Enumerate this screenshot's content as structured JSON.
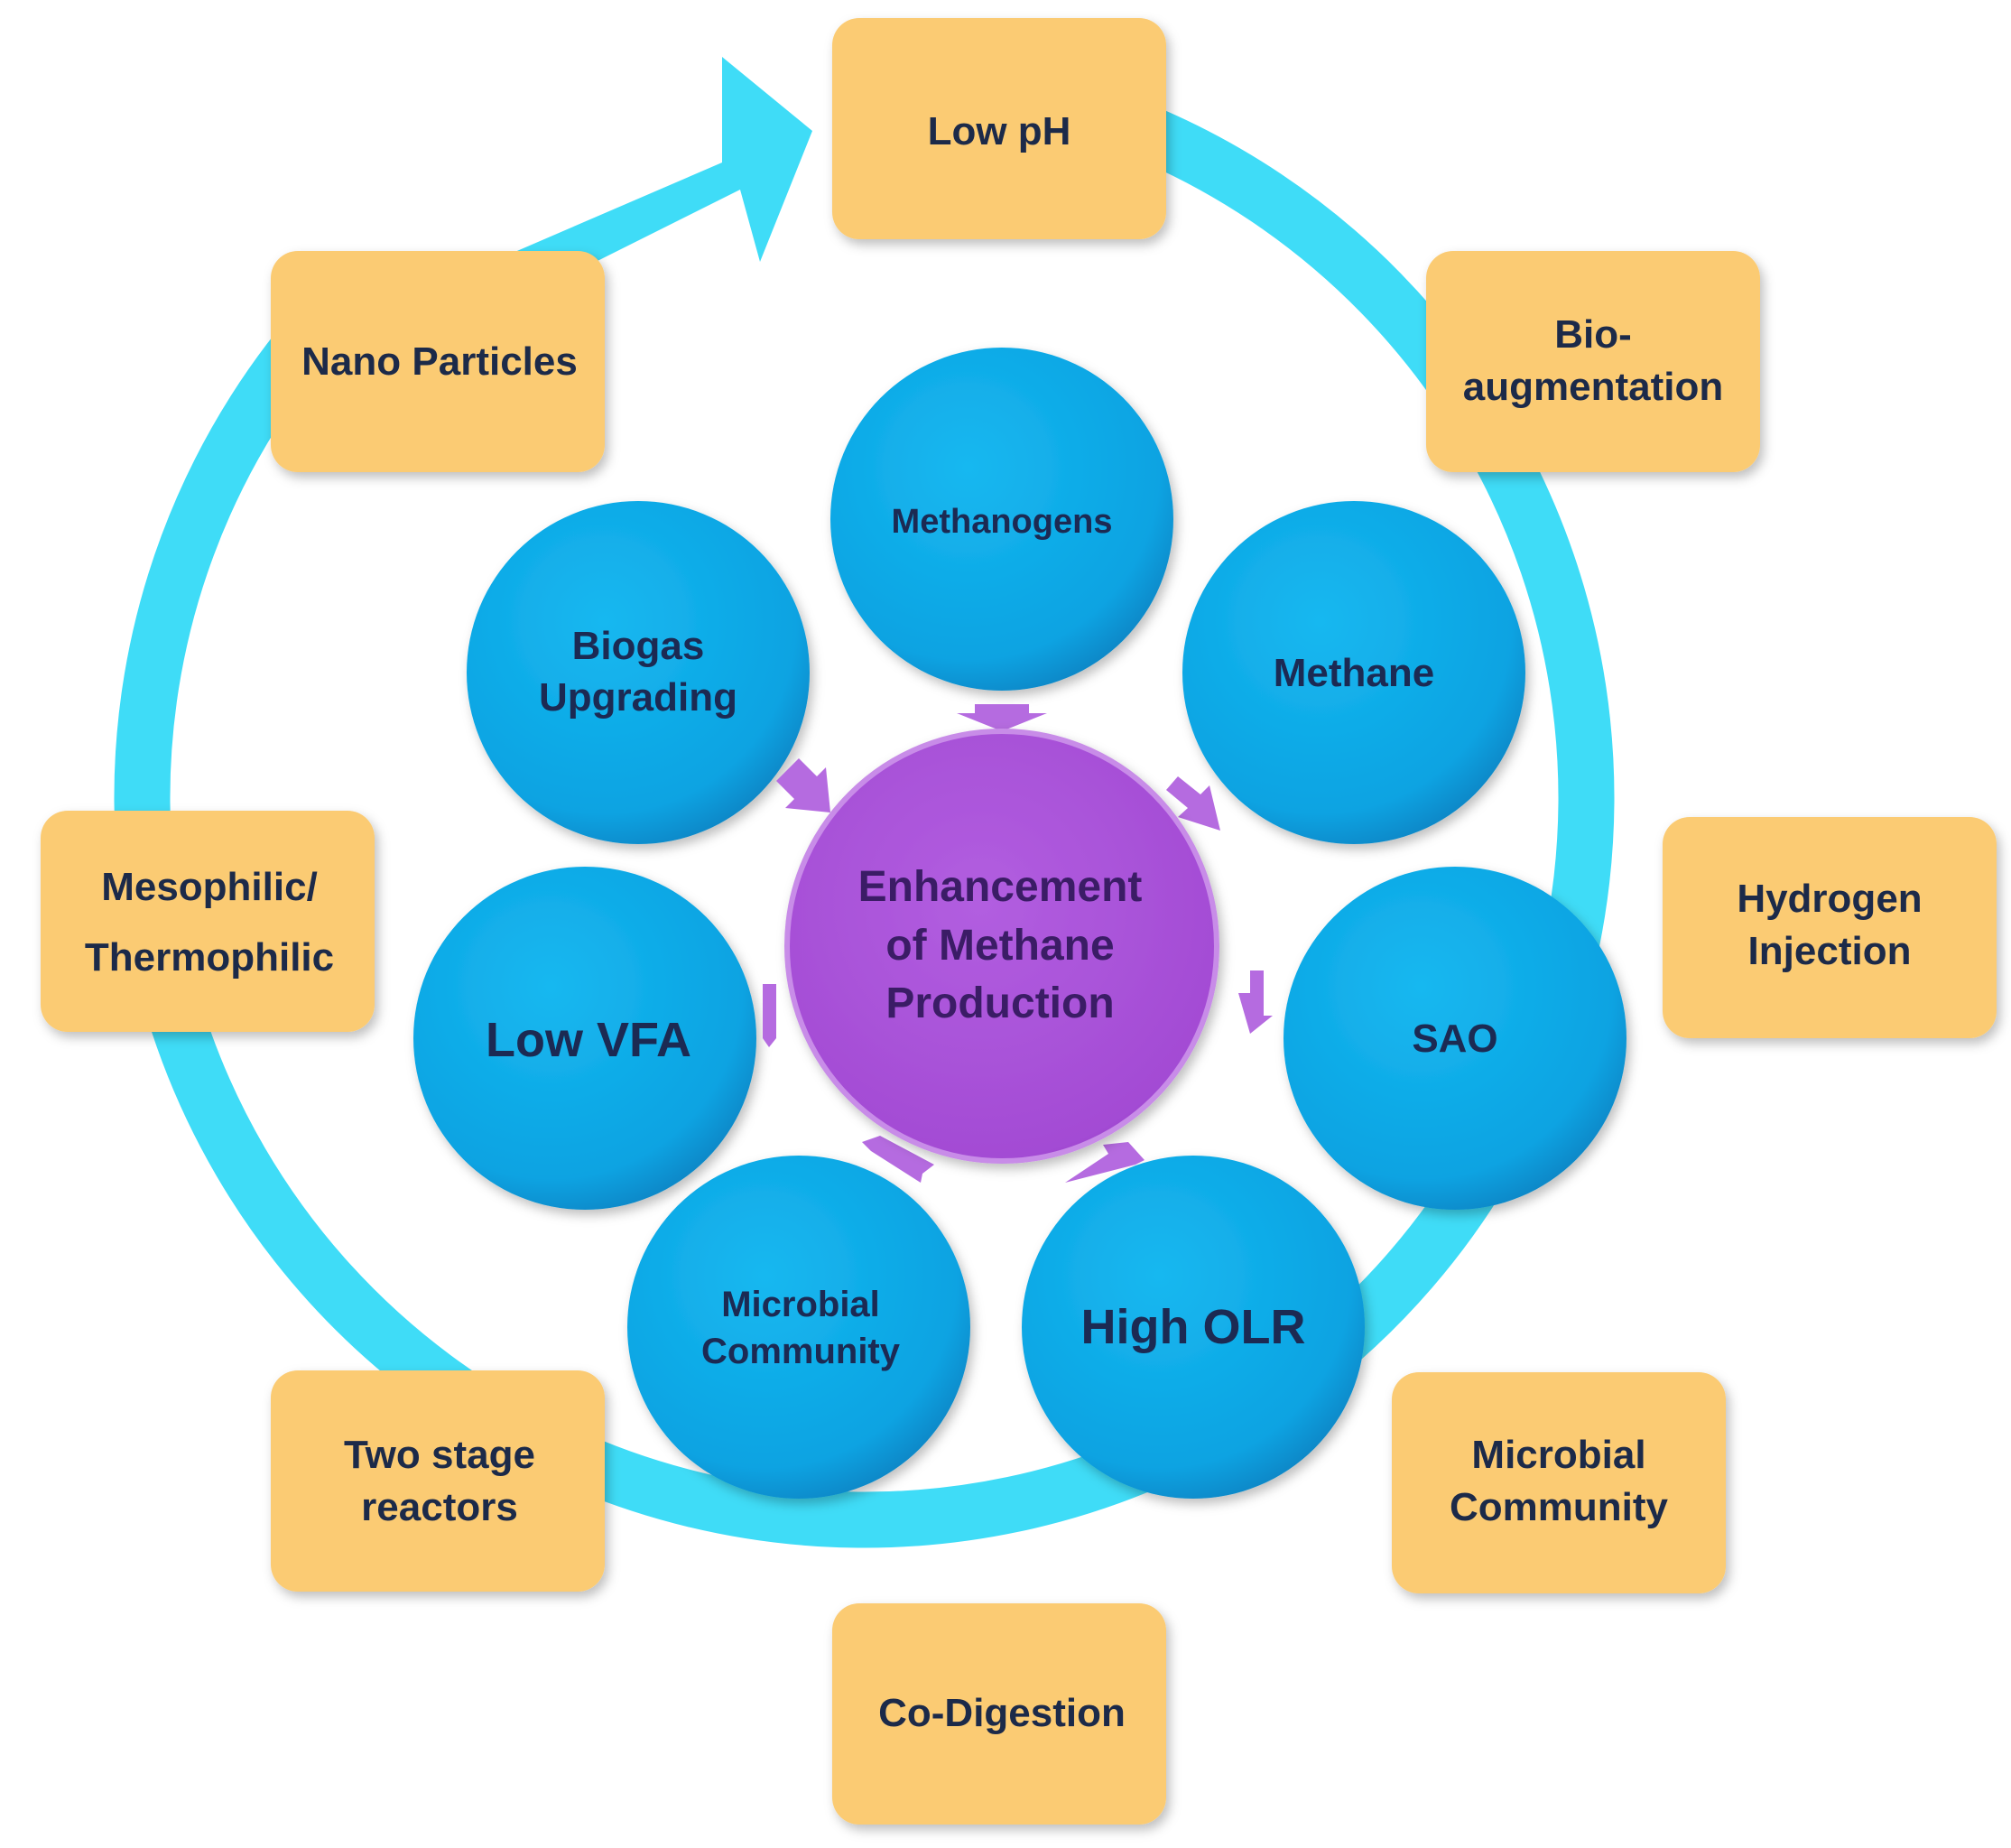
{
  "colors": {
    "ring": "#3fdcf7",
    "box_fill": "#fbcb73",
    "box_text": "#1f2a4a",
    "circle_fill": "#0aa8e6",
    "circle_text": "#1a2a52",
    "center_fill": "#a54bd6",
    "center_text": "#3a1f66",
    "arrow": "#b56be0"
  },
  "outer_ring": {
    "boxes": [
      {
        "id": "low-ph",
        "lines": [
          "Low pH"
        ]
      },
      {
        "id": "bio-augmentation",
        "lines": [
          "Bio-",
          "augmentation"
        ]
      },
      {
        "id": "hydrogen-injection",
        "lines": [
          "Hydrogen",
          "Injection"
        ]
      },
      {
        "id": "microbial-community",
        "lines": [
          "Microbial",
          "Community"
        ]
      },
      {
        "id": "co-digestion",
        "lines": [
          "Co-Digestion"
        ]
      },
      {
        "id": "two-stage-reactors",
        "lines": [
          "Two stage",
          "reactors"
        ]
      },
      {
        "id": "mesophilic-thermophilic",
        "lines": [
          "Mesophilic/",
          "Thermophilic"
        ]
      },
      {
        "id": "nano-particles",
        "lines": [
          "Nano Particles"
        ]
      }
    ]
  },
  "inner_circles": [
    {
      "id": "methanogens",
      "lines": [
        "Methanogens"
      ]
    },
    {
      "id": "methane",
      "lines": [
        "Methane"
      ]
    },
    {
      "id": "sao",
      "lines": [
        "SAO"
      ]
    },
    {
      "id": "high-olr",
      "lines": [
        "High OLR"
      ]
    },
    {
      "id": "microbial-community",
      "lines": [
        "Microbial",
        "Community"
      ]
    },
    {
      "id": "low-vfa",
      "lines": [
        "Low VFA"
      ]
    },
    {
      "id": "biogas-upgrading",
      "lines": [
        "Biogas",
        "Upgrading"
      ]
    }
  ],
  "center": {
    "lines": [
      "Enhancement",
      "of Methane",
      "Production"
    ]
  }
}
